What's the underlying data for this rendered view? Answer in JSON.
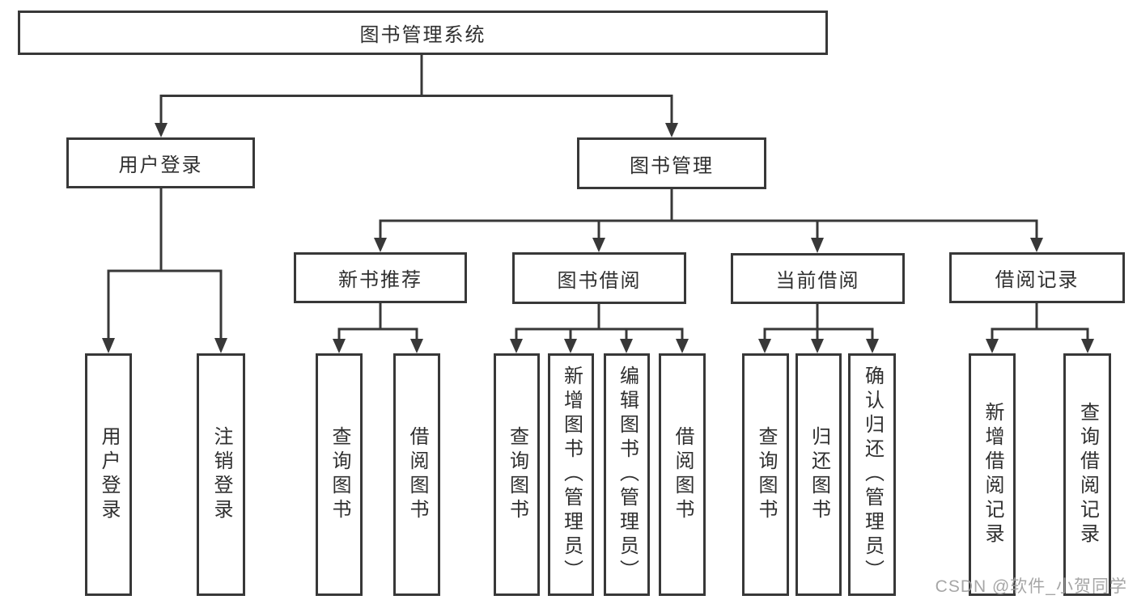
{
  "diagram": {
    "root": "图书管理系统",
    "level2": {
      "user_login": "用户登录",
      "book_mgmt": "图书管理"
    },
    "level3": {
      "new_book_rec": "新书推荐",
      "book_borrow": "图书借阅",
      "current_borrow": "当前借阅",
      "borrow_records": "借阅记录"
    },
    "leaves": {
      "user_login": "用户登录",
      "logout": "注销登录",
      "query_books_rec": "查询图书",
      "borrow_books_rec": "借阅图书",
      "query_books_borrow": "查询图书",
      "add_books_admin": "新增图书（管理员）",
      "edit_books_admin": "编辑图书（管理员）",
      "borrow_books": "借阅图书",
      "query_books_current": "查询图书",
      "return_books": "归还图书",
      "confirm_return_admin": "确认归还（管理员）",
      "add_borrow_record": "新增借阅记录",
      "query_borrow_record": "查询借阅记录"
    }
  },
  "watermark": "CSDN @软件_小贺同学",
  "colors": {
    "line": "#383838",
    "text": "#2f2f2f",
    "background": "#ffffff",
    "watermark": "#9e9e9e"
  }
}
